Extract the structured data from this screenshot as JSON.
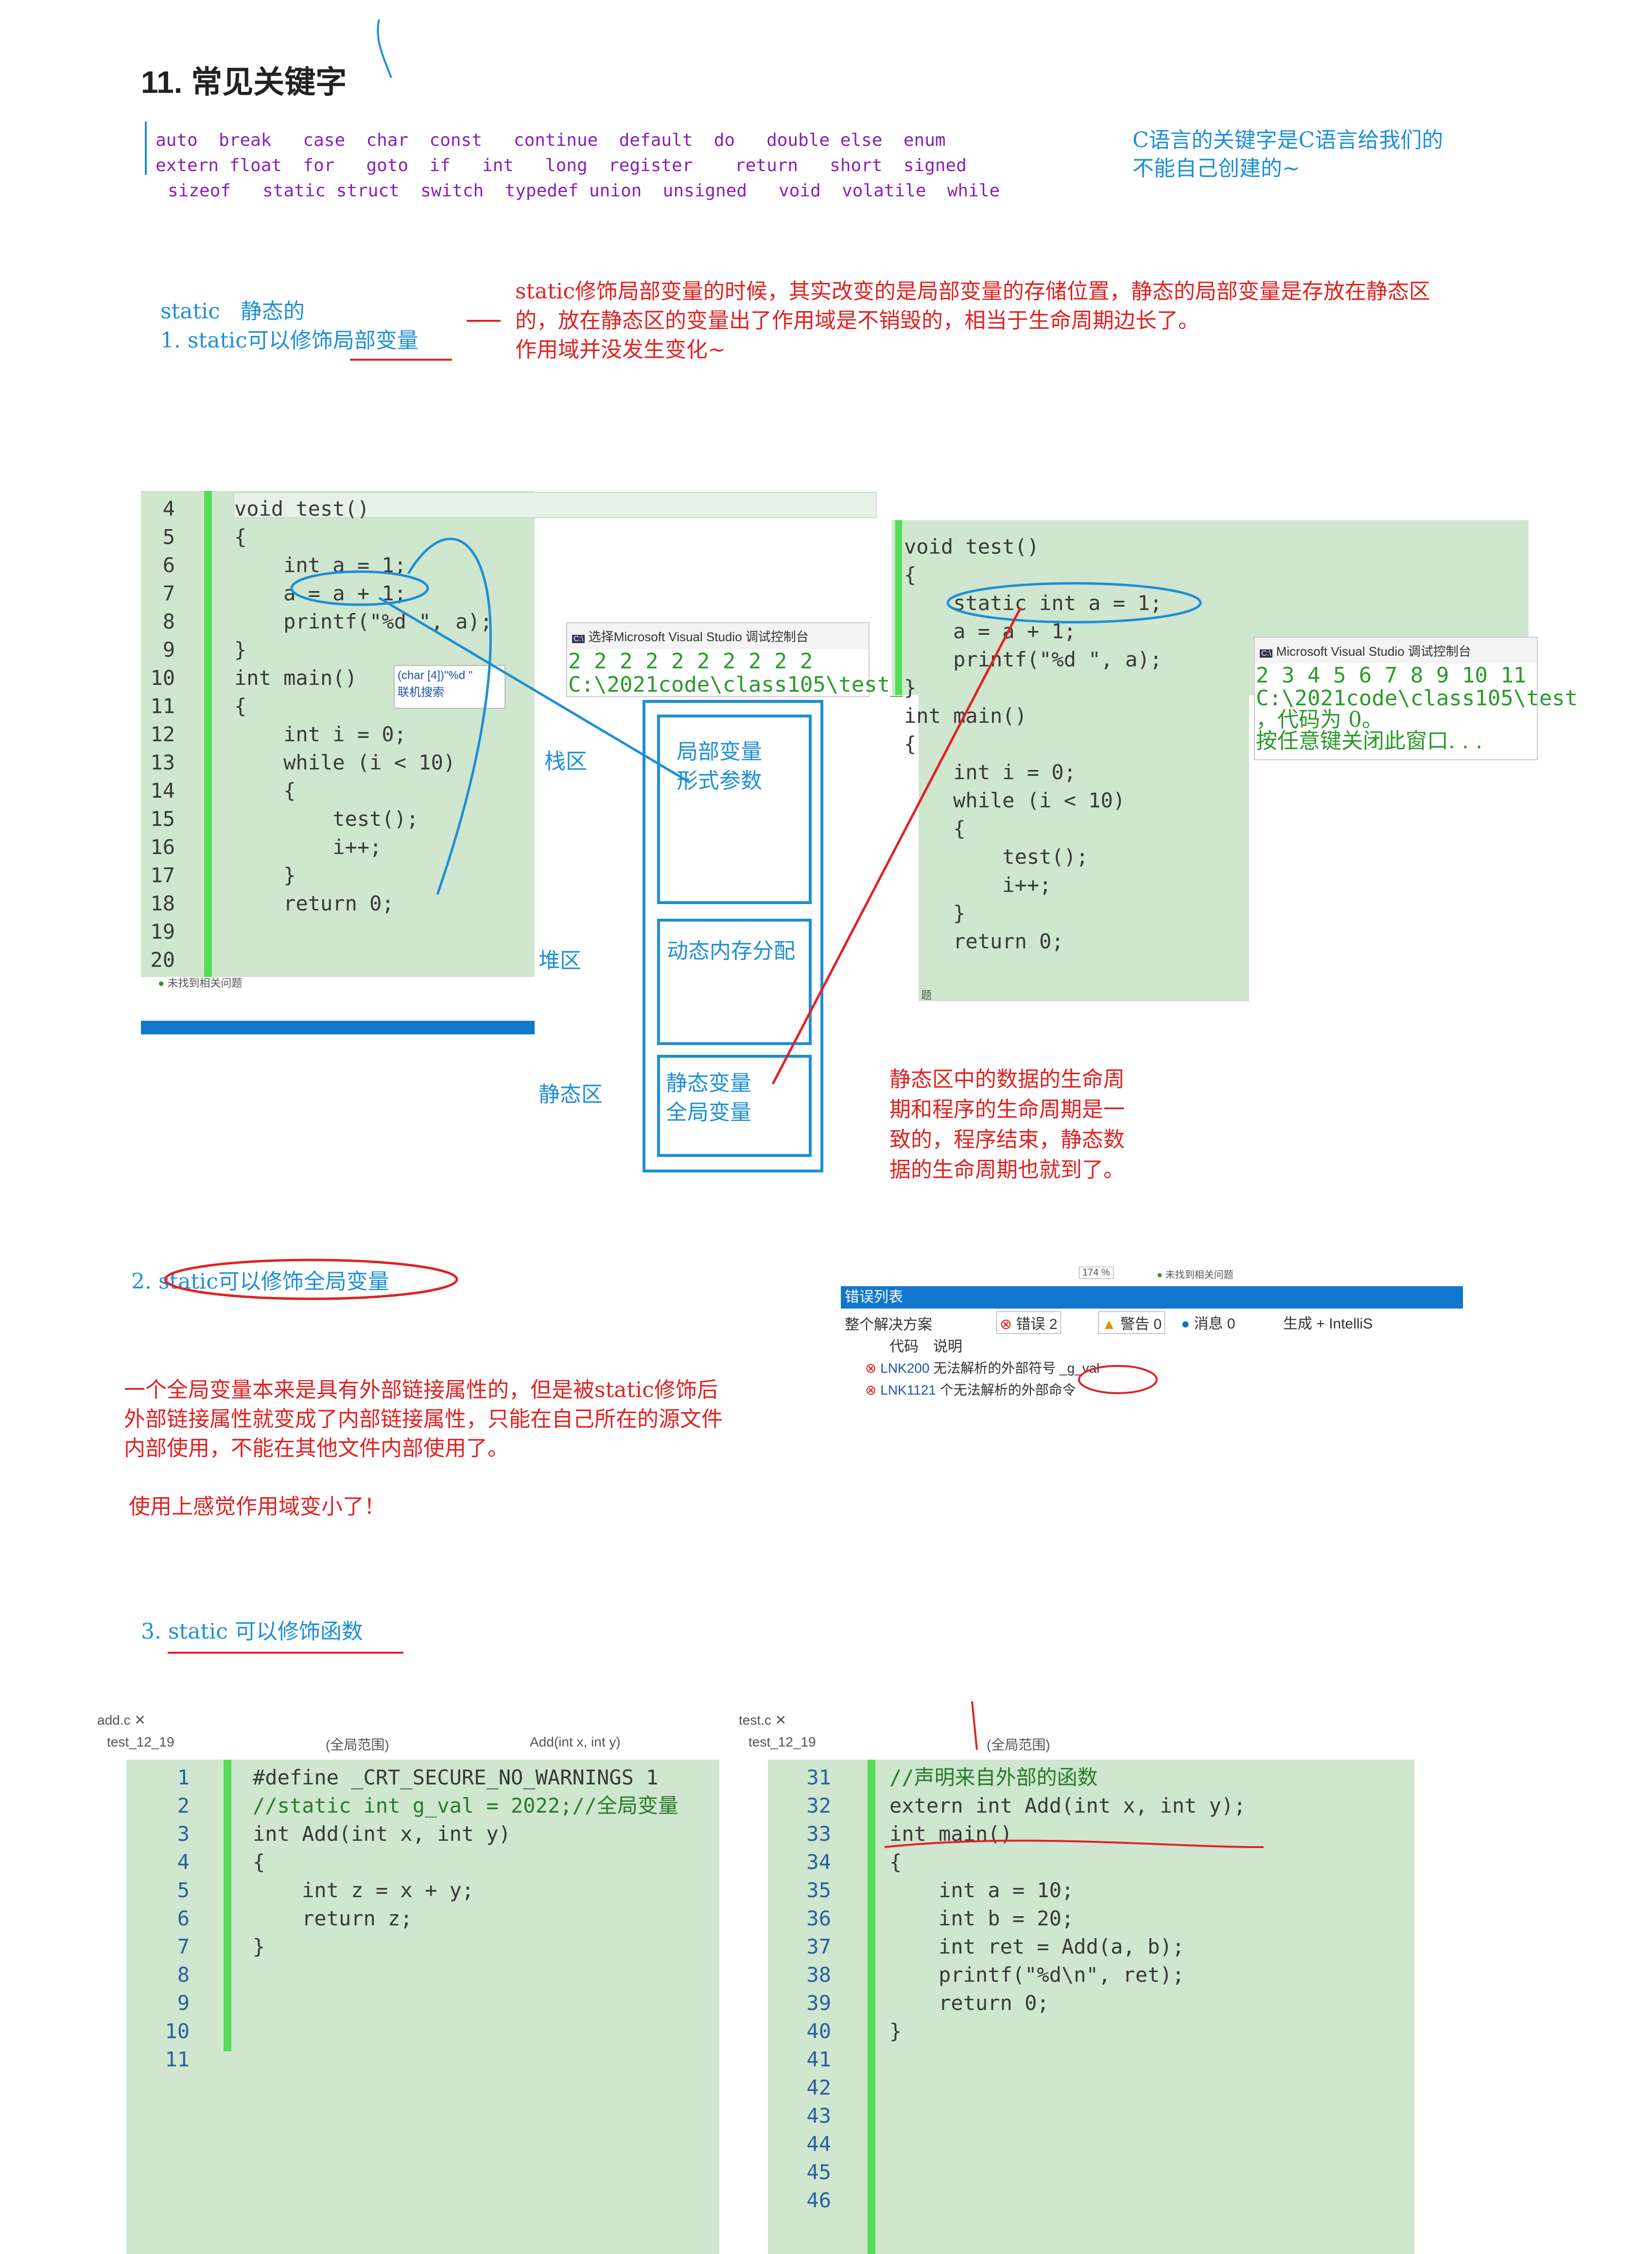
{
  "section1": {
    "title": "11. 常见关键字",
    "keywords_line1": "auto  break   case  char  const   continue  default  do   double else  enum",
    "keywords_line2": "extern float  for   goto  if   int   long  register    return   short  signed",
    "keywords_line3": "sizeof   static struct  switch  typedef union  unsigned   void  volatile  while",
    "side_note_line1": "C语言的关键字是C语言给我们的",
    "side_note_line2": "不能自己创建的~"
  },
  "static_intro": {
    "line1": "static   静态的",
    "line2": "1. static可以修饰局部变量",
    "explain_line1": "static修饰局部变量的时候，其实改变的是局部变量的存储位置，静态的局部变量是存放在静态区",
    "explain_line2": "的，放在静态区的变量出了作用域是不销毁的，相当于生命周期边长了。",
    "explain_line3": "作用域并没发生变化~"
  },
  "code_left": {
    "line_numbers": [
      "4",
      "5",
      "6",
      "7",
      "8",
      "9",
      "10",
      "11",
      "12",
      "13",
      "14",
      "15",
      "16",
      "17",
      "18",
      "19",
      "20"
    ],
    "lines": [
      "",
      "void test()",
      "{",
      "    int a = 1;",
      "    a = a + 1;",
      "    printf(\"%d \", a);",
      "}",
      "",
      "int main()",
      "{",
      "    int i = 0;",
      "    while (i < 10)",
      "    {",
      "        test();",
      "        i++;",
      "    }",
      "    return 0;"
    ],
    "tooltip_type": "(char [4])\"%d \"",
    "tooltip_search": "联机搜索",
    "status": "未找到相关问题"
  },
  "console_left": {
    "title": "选择Microsoft Visual Studio 调试控制台",
    "output": "2 2 2 2 2 2 2 2 2 2",
    "path": "C:\\2021code\\class105\\test_"
  },
  "memory": {
    "stack_label": "栈区",
    "heap_label": "堆区",
    "static_label": "静态区",
    "stack_content1": "局部变量",
    "stack_content2": "形式参数",
    "heap_content": "动态内存分配",
    "static_content1": "静态变量",
    "static_content2": "全局变量"
  },
  "code_right": {
    "lines": [
      "void test()",
      "{",
      "    static int a = 1;",
      "    a = a + 1;",
      "    printf(\"%d \", a);",
      "}",
      "",
      "int main()",
      "{",
      "    int i = 0;",
      "    while (i < 10)",
      "    {",
      "        test();",
      "        i++;",
      "    }",
      "    return 0;"
    ],
    "bottom_tab": "题"
  },
  "console_right": {
    "title": "Microsoft Visual Studio 调试控制台",
    "output": "2 3 4 5 6 7 8 9 10 11",
    "path": "C:\\2021code\\class105\\test",
    "exit": "，代码为 0。",
    "close": "按任意键关闭此窗口. . ."
  },
  "static_note": {
    "line1": "静态区中的数据的生命周",
    "line2": "期和程序的生命周期是一",
    "line3": "致的，程序结束，静态数",
    "line4": "据的生命周期也就到了。"
  },
  "section2": {
    "title": "2. static可以修饰全局变量",
    "explain_line1": "一个全局变量本来是具有外部链接属性的，但是被static修饰后",
    "explain_line2": "外部链接属性就变成了内部链接属性，只能在自己所在的源文件",
    "explain_line3": "内部使用，不能在其他文件内部使用了。",
    "feeling": "使用上感觉作用域变小了！"
  },
  "error_list": {
    "zoom": "174 %",
    "status": "未找到相关问题",
    "title": "错误列表",
    "scope": "整个解决方案",
    "errors_label": "错误 2",
    "warnings_label": "警告 0",
    "messages_label": "消息 0",
    "build_label": "生成 + IntelliS",
    "col_code": "代码",
    "col_desc": "说明",
    "row1_code": "LNK200",
    "row1_desc": "无法解析的外部符号 _g_val",
    "row2_code": "LNK1121",
    "row2_desc": "个无法解析的外部命令"
  },
  "section3": {
    "title": "3. static 可以修饰函数"
  },
  "add_file": {
    "tab": "add.c",
    "project": "test_12_19",
    "scope": "(全局范围)",
    "func": "Add(int x, int y)",
    "line_numbers": [
      "1",
      "2",
      "3",
      "4",
      "5",
      "6",
      "7",
      "8",
      "9",
      "10",
      "11"
    ],
    "lines": [
      "#define _CRT_SECURE_NO_WARNINGS 1",
      "",
      "",
      "//static int g_val = 2022;//全局变量",
      "",
      "int Add(int x, int y)",
      "{",
      "    int z = x + y;",
      "    return z;",
      "}",
      ""
    ]
  },
  "test_file": {
    "tab": "test.c",
    "project": "test_12_19",
    "scope": "(全局范围)",
    "line_numbers": [
      "31",
      "32",
      "33",
      "34",
      "35",
      "36",
      "37",
      "38",
      "39",
      "40",
      "41",
      "42",
      "43",
      "44",
      "45",
      "46"
    ],
    "lines": [
      "",
      "//声明来自外部的函数",
      "extern int Add(int x, int y);",
      "",
      "int main()",
      "{",
      "    int a = 10;",
      "    int b = 20;",
      "    int ret = Add(a, b);",
      "    printf(\"%d\\n\", ret);",
      "",
      "    return 0;",
      "}",
      "",
      "",
      ""
    ]
  }
}
